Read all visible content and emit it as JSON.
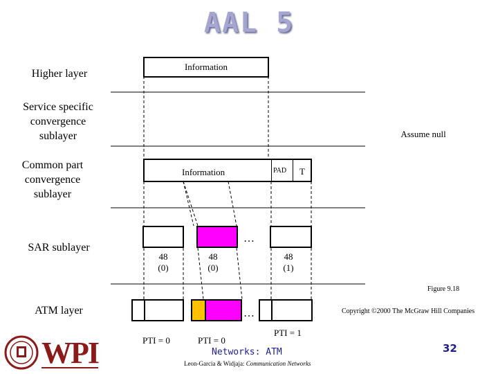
{
  "title": "AAL 5",
  "layers": {
    "higher": "Higher layer",
    "sscs": [
      "Service specific",
      "convergence",
      "sublayer"
    ],
    "cps": [
      "Common part",
      "convergence",
      "sublayer"
    ],
    "sar": "SAR sublayer",
    "atm": "ATM layer"
  },
  "higher_box": "Information",
  "assume_null": "Assume null",
  "cpcs": {
    "info": "Information",
    "pad": "PAD",
    "trailer": "T"
  },
  "sar_cells": [
    {
      "size": "48",
      "pti_bit": "(0)"
    },
    {
      "size": "48",
      "pti_bit": "(0)"
    },
    {
      "size": "48",
      "pti_bit": "(1)"
    }
  ],
  "ellipsis": "…",
  "pti": [
    "PTI = 0",
    "PTI = 0",
    "PTI = 1"
  ],
  "figure": "Figure 9.18",
  "copyright": "Copyright ©2000 The McGraw Hill Companies",
  "footer": {
    "course": "Networks: ATM",
    "authors": "Leon-Garcia & Widjaja:",
    "book": "Communication Networks",
    "page": "32",
    "logo": "WPI"
  },
  "colors": {
    "magenta": "#ff00ff",
    "orange": "#ffc000",
    "title": "#a6a6d2",
    "footer_blue": "#1f1f8f"
  }
}
